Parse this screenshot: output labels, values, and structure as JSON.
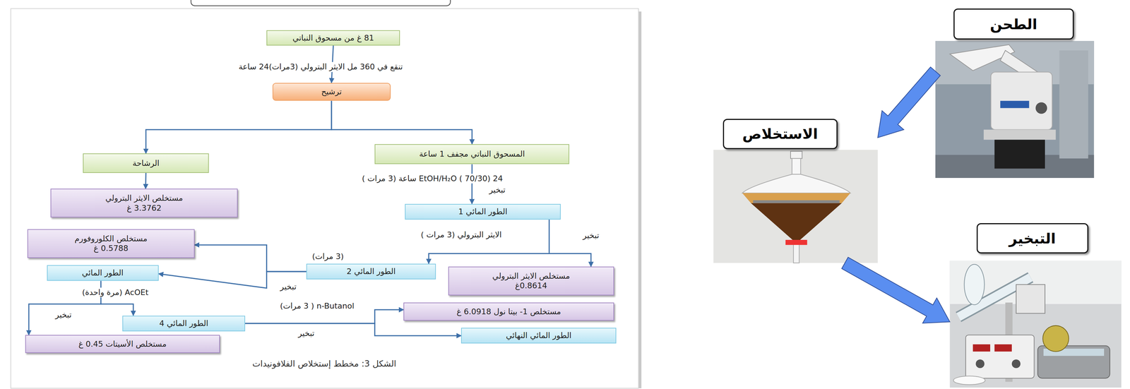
{
  "diagram": {
    "caption": "الشكل 3: مخطط إستخلاص الفلافونيدات",
    "nodes": [
      {
        "text": [
          "81 غ من مسحوق النباتي"
        ]
      },
      {
        "text": [
          "ترشيح"
        ]
      },
      {
        "text": [
          "الرشاحة"
        ]
      },
      {
        "text": [
          "المسحوق النباتي مجفف 1 ساعة"
        ]
      },
      {
        "text": [
          "مستخلص الايثر البترولي 3.3762 غ"
        ]
      },
      {
        "text": [
          "الطور المائي 1"
        ]
      },
      {
        "text": [
          "مستخلص الكلوروفورم 0.5788 غ"
        ]
      },
      {
        "text": [
          "الطور المائي"
        ]
      },
      {
        "text": [
          "الطور المائي 2"
        ]
      },
      {
        "text": [
          "مستخلص الايثر البترولي 0.8614غ"
        ]
      },
      {
        "text": [
          "مستخلص 1- بيتا نول 6.0918 غ"
        ]
      },
      {
        "text": [
          "الطور المائي 4"
        ]
      },
      {
        "text": [
          "مستخلص الأسيتات 0.45 غ"
        ]
      },
      {
        "text": [
          "الطور المائي النهائي"
        ]
      },
      {
        "text": [
          "الطحن"
        ]
      },
      {
        "text": [
          "الاستخلاص"
        ]
      },
      {
        "text": [
          "التبخير"
        ]
      }
    ],
    "edges": [
      {
        "from": 0,
        "to": 1,
        "arrow": "to",
        "label": "تنقع في 360 مل الايثر البترولي (3مرات)24 ساعة"
      },
      {
        "from": 1,
        "to": 2,
        "arrow": "to"
      },
      {
        "from": 1,
        "to": 3,
        "arrow": "to"
      },
      {
        "from": 2,
        "to": 4,
        "arrow": "to"
      },
      {
        "from": 3,
        "to": 5,
        "arrow": "to",
        "label": "EtOH/H₂O ( 70/30) 24 ساعة (3 مرات )"
      },
      {
        "from": 5,
        "to": 8,
        "arrow": "to",
        "label": "الايثر البترولي (3 مرات )"
      },
      {
        "from": 5,
        "to": 9,
        "arrow": "to",
        "label": "تبخير"
      },
      {
        "from": 8,
        "to": 6,
        "arrow": "to"
      },
      {
        "from": 8,
        "to": 7,
        "arrow": "to"
      },
      {
        "from": 7,
        "to": 11,
        "arrow": "to",
        "label": "AcOEt (مرة واحدة)"
      },
      {
        "from": 7,
        "to": 12,
        "arrow": "to",
        "label": "تبخير"
      },
      {
        "from": 11,
        "to": 10,
        "arrow": "to",
        "label": "n-Butanol ( 3 مرات)"
      },
      {
        "from": 11,
        "to": 13,
        "arrow": "to",
        "label": "تبخير"
      },
      {
        "from": 14,
        "to": 15,
        "arrow": "to"
      },
      {
        "from": 15,
        "to": 16,
        "arrow": "to"
      }
    ],
    "labels": [
      "تبخير",
      "(3 مرات)",
      "تبخير"
    ]
  }
}
